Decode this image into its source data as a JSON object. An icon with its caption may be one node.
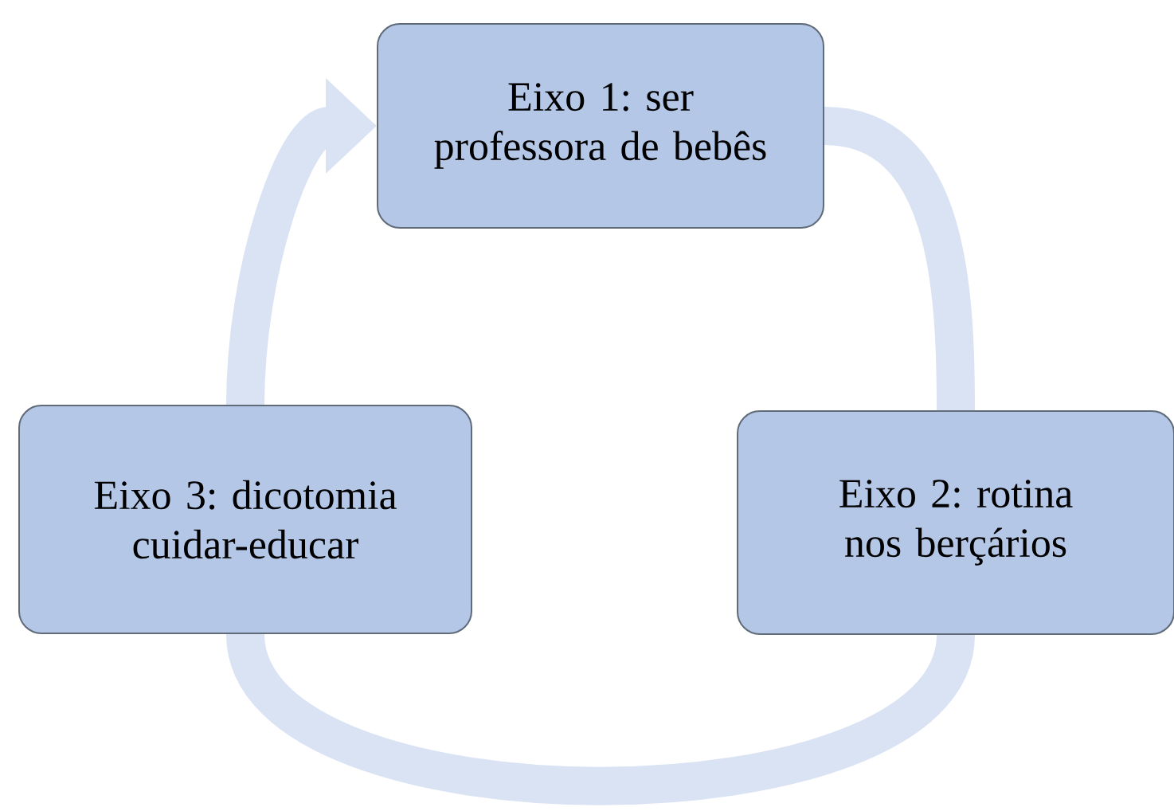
{
  "diagram": {
    "nodes": [
      {
        "text": [
          "Eixo 1: ser professora de bebês"
        ]
      },
      {
        "text": [
          "Eixo 2: rotina nos berçários"
        ]
      },
      {
        "text": [
          "Eixo 3: dicotomia cuidar-educar"
        ]
      }
    ],
    "edges": [
      {
        "from": 0,
        "to": 1,
        "arrow": "none"
      },
      {
        "from": 1,
        "to": 2,
        "arrow": "none"
      },
      {
        "from": 2,
        "to": 0,
        "arrow": "to"
      }
    ]
  }
}
